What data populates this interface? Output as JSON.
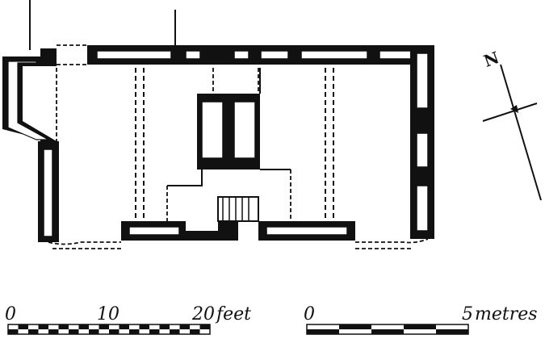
{
  "plan": {
    "north_label": "N"
  },
  "scales": {
    "feet": {
      "ticks": [
        "0",
        "10",
        "20"
      ],
      "unit": "feet"
    },
    "metres": {
      "ticks": [
        "0",
        "5"
      ],
      "unit": "metres"
    }
  }
}
